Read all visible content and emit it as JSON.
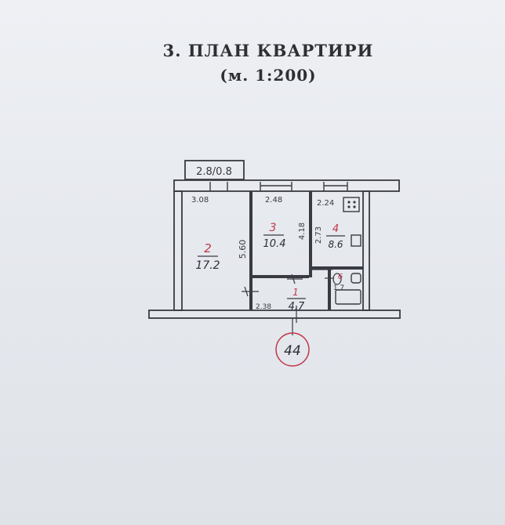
{
  "heading": {
    "title": "3. ПЛАН КВАРТИРИ",
    "scale": "(м. 1:200)"
  },
  "plan": {
    "balcony_label": "2.8/0.8",
    "widths": {
      "room2": "3.08",
      "room3": "2.48",
      "room4": "2.24",
      "hall": "2.38"
    },
    "heights": {
      "room2": "5.60",
      "room3": "4.18",
      "room4": "2.73",
      "bath": "1.7"
    },
    "rooms": [
      {
        "number": "2",
        "area": "17.2"
      },
      {
        "number": "3",
        "area": "10.4"
      },
      {
        "number": "4",
        "area": "8.6"
      },
      {
        "number": "1",
        "area": "4.7"
      },
      {
        "number": "6",
        "area": ""
      }
    ],
    "apartment_number": "44"
  },
  "colors": {
    "ink": "#3a3a42",
    "red_ink": "#c0384a",
    "paper": "#e6e9ee"
  }
}
